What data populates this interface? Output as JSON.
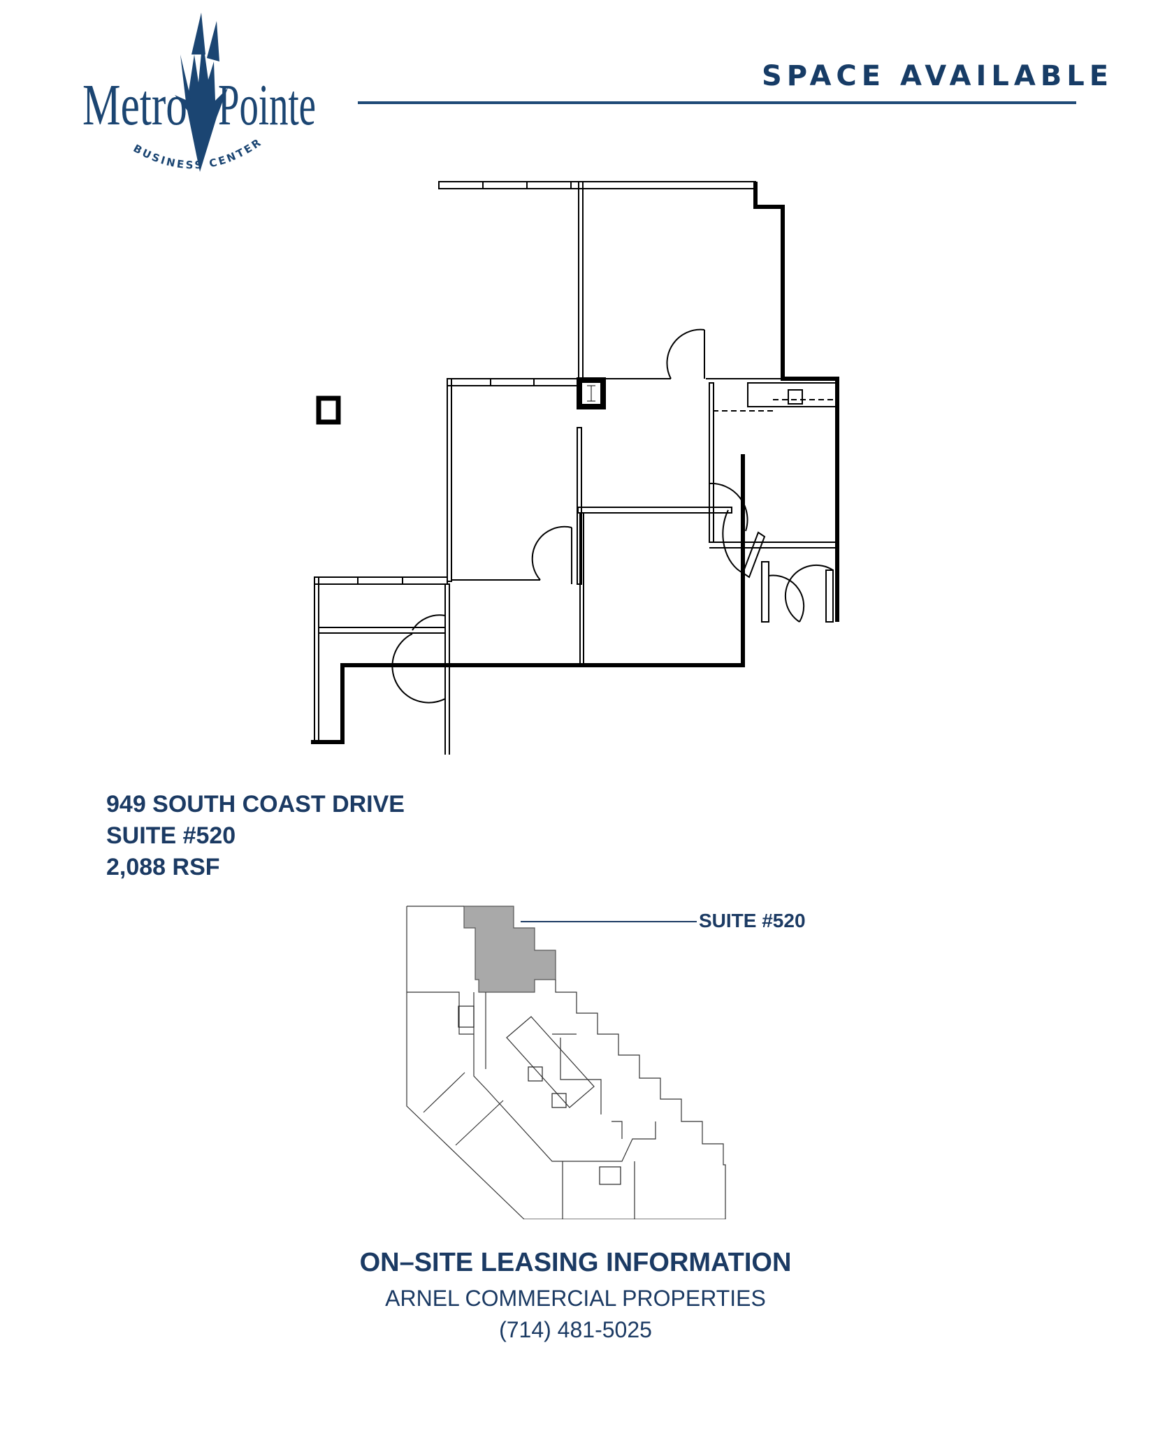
{
  "logo": {
    "name_left": "Metro",
    "name_right": "Pointe",
    "tagline": "BUSINESS CENTER",
    "color": "#1b4572"
  },
  "header": {
    "title": "SPACE AVAILABLE",
    "rule_color": "#1f4a77"
  },
  "listing": {
    "address": "949 SOUTH COAST DRIVE",
    "suite": "SUITE #520",
    "area": "2,088 RSF"
  },
  "key_plan": {
    "highlight_label": "SUITE #520",
    "highlight_color": "#a9a9a9"
  },
  "contact": {
    "title": "ON–SITE LEASING INFORMATION",
    "company": "ARNEL COMMERCIAL PROPERTIES",
    "phone": "(714) 481-5025"
  }
}
